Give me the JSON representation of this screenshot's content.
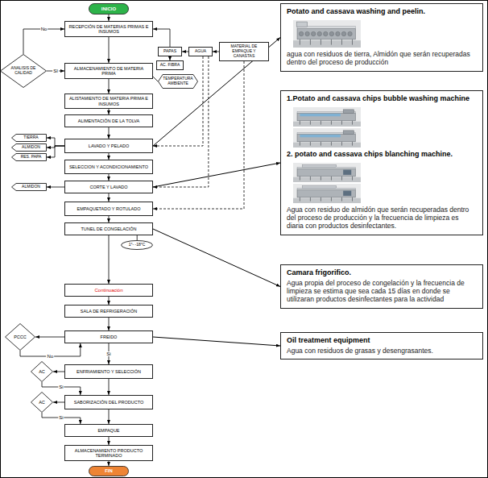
{
  "diagram": {
    "nodes": [
      {
        "text": [
          "INICIO"
        ]
      },
      {
        "text": [
          "RECEPCIÓN DE MATERIAS PRIMAS E INSUMOS"
        ]
      },
      {
        "text": [
          "PAPAS"
        ]
      },
      {
        "text": [
          "AGUA"
        ]
      },
      {
        "text": [
          "MATERIAL DE EMPAQUE Y CANASTAS"
        ]
      },
      {
        "text": [
          "ANALISIS DE CALIDAD"
        ]
      },
      {
        "text": [
          "AC. FIBRA"
        ]
      },
      {
        "text": [
          "ALMACENAMIENTO DE MATERIA PRIMA"
        ]
      },
      {
        "text": [
          "TEMPERATURA AMBIENTE"
        ]
      },
      {
        "text": [
          "ALISTAMIENTO DE MATERIA PRIMA E INSUMOS"
        ]
      },
      {
        "text": [
          "ALIMENTACIÓN DE LA TOLVA"
        ]
      },
      {
        "text": [
          "TIERRA"
        ]
      },
      {
        "text": [
          "LAVADO Y PELADO"
        ]
      },
      {
        "text": [
          "ALMIDON"
        ]
      },
      {
        "text": [
          "RES. PAPA"
        ]
      },
      {
        "text": [
          "SELECCION Y ACONDICIONAMIENTO"
        ]
      },
      {
        "text": [
          "ALMIDON"
        ]
      },
      {
        "text": [
          "CORTE Y LAVADO"
        ]
      },
      {
        "text": [
          "EMPAQUETADO Y ROTULADO"
        ]
      },
      {
        "text": [
          "TUNEL DE CONGELACIÓN"
        ]
      },
      {
        "text": [
          "1°- -18°C"
        ]
      },
      {
        "text": [
          "Continuación"
        ]
      },
      {
        "text": [
          "SALA DE REFRIGERACIÓN"
        ]
      },
      {
        "text": [
          "PCCC"
        ]
      },
      {
        "text": [
          "FREIDO"
        ]
      },
      {
        "text": [
          "AC"
        ]
      },
      {
        "text": [
          "ENFRIAMIENTO Y SELECCIÓN"
        ]
      },
      {
        "text": [
          "AC"
        ]
      },
      {
        "text": [
          "SABORIZACIÓN DEL PRODUCTO"
        ]
      },
      {
        "text": [
          "EMPAQUE"
        ]
      },
      {
        "text": [
          "ALMACENAMIENTO PRODUCTO TERMINADO"
        ]
      },
      {
        "text": [
          "FIN"
        ]
      },
      {
        "text": [
          "Potato and cassava washing and peelin.",
          "agua con residuos de tierra, Almidón que serán recuperadas dentro del proceso de producción"
        ]
      },
      {
        "text": [
          "1.Potato and cassava chips bubble washing machine",
          "2. potato and cassava chips blanching machine.",
          "Agua con residuo de almidón que serán recuperadas dentro del proceso de producción y la frecuencia de limpieza es diaria con productos desinfectantes."
        ]
      },
      {
        "text": [
          "Camara frigorifico.",
          "Agua propia del proceso de congelación y la frecuencia de limpieza se estima que sea cada 15 días en donde se utilizaran productos desinfectantes para la actividad"
        ]
      },
      {
        "text": [
          "Oil treatment equipment",
          "Agua con residuos de grasas y desengrasantes."
        ]
      }
    ],
    "edges": [
      {
        "from": 0,
        "to": 1,
        "arrow": "to"
      },
      {
        "from": 2,
        "to": 1,
        "arrow": "to"
      },
      {
        "from": 3,
        "to": 2,
        "arrow": "to"
      },
      {
        "from": 4,
        "to": 3,
        "arrow": "to"
      },
      {
        "from": 5,
        "to": 1,
        "label": "No",
        "arrow": "to"
      },
      {
        "from": 1,
        "to": 7,
        "arrow": "to"
      },
      {
        "from": 5,
        "to": 7,
        "label": "SI",
        "arrow": "to"
      },
      {
        "from": 2,
        "to": 6,
        "arrow": "to"
      },
      {
        "from": 7,
        "to": 8,
        "arrow": "none"
      },
      {
        "from": 7,
        "to": 9,
        "arrow": "to"
      },
      {
        "from": 9,
        "to": 10,
        "arrow": "to"
      },
      {
        "from": 10,
        "to": 12,
        "arrow": "to"
      },
      {
        "from": 3,
        "to": 12,
        "arrow": "to"
      },
      {
        "from": 12,
        "to": 11,
        "arrow": "to"
      },
      {
        "from": 12,
        "to": 13,
        "arrow": "to"
      },
      {
        "from": 12,
        "to": 14,
        "arrow": "to"
      },
      {
        "from": 12,
        "to": 15,
        "arrow": "to"
      },
      {
        "from": 15,
        "to": 17,
        "arrow": "to"
      },
      {
        "from": 3,
        "to": 17,
        "arrow": "to"
      },
      {
        "from": 17,
        "to": 16,
        "arrow": "to"
      },
      {
        "from": 17,
        "to": 18,
        "arrow": "to"
      },
      {
        "from": 4,
        "to": 18,
        "arrow": "to"
      },
      {
        "from": 18,
        "to": 19,
        "arrow": "to"
      },
      {
        "from": 19,
        "to": 20,
        "arrow": "none"
      },
      {
        "from": 19,
        "to": 21,
        "arrow": "to"
      },
      {
        "from": 21,
        "to": 22,
        "arrow": "to"
      },
      {
        "from": 22,
        "to": 24,
        "arrow": "to"
      },
      {
        "from": 24,
        "to": 23,
        "arrow": "to"
      },
      {
        "from": 23,
        "to": 24,
        "label": "No",
        "arrow": "to"
      },
      {
        "from": 24,
        "to": 26,
        "label": "Si",
        "arrow": "to"
      },
      {
        "from": 26,
        "to": 25,
        "arrow": "to"
      },
      {
        "from": 25,
        "to": 28,
        "label": "Si",
        "arrow": "to"
      },
      {
        "from": 26,
        "to": 28,
        "arrow": "to"
      },
      {
        "from": 28,
        "to": 27,
        "arrow": "to"
      },
      {
        "from": 27,
        "to": 29,
        "label": "Si",
        "arrow": "to"
      },
      {
        "from": 28,
        "to": 29,
        "arrow": "to"
      },
      {
        "from": 29,
        "to": 30,
        "arrow": "to"
      },
      {
        "from": 30,
        "to": 31,
        "arrow": "to"
      },
      {
        "from": 12,
        "to": 32,
        "arrow": "to"
      },
      {
        "from": 17,
        "to": 33,
        "arrow": "to"
      },
      {
        "from": 19,
        "to": 34,
        "arrow": "to"
      },
      {
        "from": 24,
        "to": 35,
        "arrow": "to"
      }
    ]
  }
}
